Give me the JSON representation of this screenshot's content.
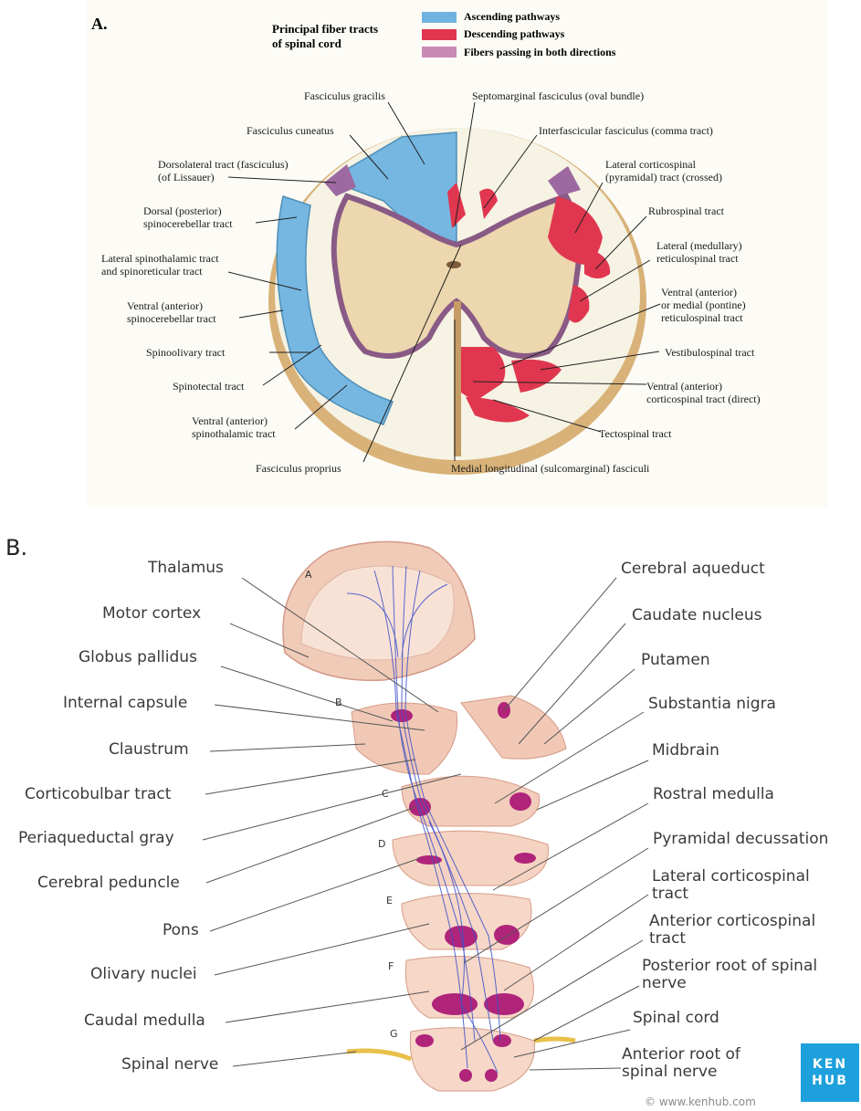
{
  "panel_a": {
    "panel_letter": "A.",
    "title": "Principal fiber tracts\nof spinal cord",
    "legend": [
      {
        "label": "Ascending pathways",
        "color": "#6fb3e0"
      },
      {
        "label": "Descending pathways",
        "color": "#e0364f"
      },
      {
        "label": "Fibers passing in both directions",
        "color": "#c98ab6"
      }
    ],
    "labels": {
      "fasciculus_gracilis": "Fasciculus gracilis",
      "septomarginal": "Septomarginal fasciculus (oval bundle)",
      "fasciculus_cuneatus": "Fasciculus cuneatus",
      "interfascicular": "Interfascicular fasciculus (comma tract)",
      "dorsolateral": "Dorsolateral tract (fasciculus)\n(of Lissauer)",
      "lateral_corticospinal": "Lateral corticospinal\n(pyramidal) tract (crossed)",
      "dorsal_spinocerebellar": "Dorsal (posterior)\nspinocerebellar tract",
      "rubrospinal": "Rubrospinal tract",
      "lateral_spinothalamic": "Lateral spinothalamic tract\nand spinoreticular tract",
      "lateral_reticulospinal": "Lateral (medullary)\nreticulospinal tract",
      "ventral_spinocerebellar": "Ventral (anterior)\nspinocerebellar tract",
      "ventral_reticulospinal": "Ventral (anterior)\nor medial (pontine)\nreticulospinal tract",
      "spinoolivary": "Spinoolivary tract",
      "vestibulospinal": "Vestibulospinal tract",
      "spinotectal": "Spinotectal tract",
      "ventral_corticospinal": "Ventral (anterior)\ncorticospinal tract (direct)",
      "ventral_spinothalamic": "Ventral (anterior)\nspinothalamic tract",
      "tectospinal": "Tectospinal tract",
      "fasciculus_proprius": "Fasciculus proprius",
      "medial_longitudinal": "Medial longitudinal (sulcomarginal) fasciculi"
    }
  },
  "panel_b": {
    "panel_letter": "B.",
    "section_letters": [
      "A",
      "B",
      "C",
      "D",
      "E",
      "F",
      "G"
    ],
    "left_labels": [
      "Thalamus",
      "Motor cortex",
      "Globus pallidus",
      "Internal capsule",
      "Claustrum",
      "Corticobulbar tract",
      "Periaqueductal gray",
      "Cerebral peduncle",
      "Pons",
      "Olivary nuclei",
      "Caudal medulla",
      "Spinal nerve"
    ],
    "right_labels": [
      "Cerebral aqueduct",
      "Caudate nucleus",
      "Putamen",
      "Substantia nigra",
      "Midbrain",
      "Rostral medulla",
      "Pyramidal decussation",
      "Lateral corticospinal\ntract",
      "Anterior corticospinal\ntract",
      "Posterior root of spinal\nnerve",
      "Spinal cord",
      "Anterior root of\nspinal nerve"
    ],
    "logo": [
      "KEN",
      "HUB"
    ],
    "copyright": "© www.kenhub.com"
  }
}
